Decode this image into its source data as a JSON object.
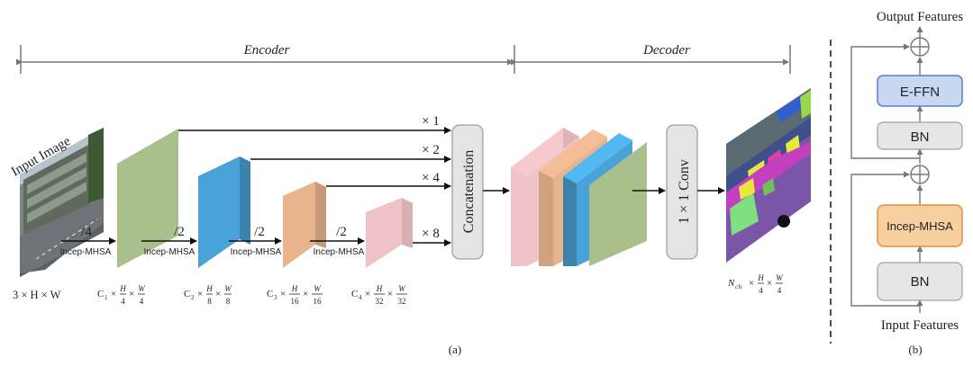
{
  "panel_a": {
    "encoder_label": "Encoder",
    "decoder_label": "Decoder",
    "input_label": "Input Image",
    "input_dim": "3 × H × W",
    "stage_ops": [
      "Incep-MHSA",
      "Incep-MHSA",
      "Incep-MHSA",
      "Incep-MHSA"
    ],
    "downsample": [
      "/4",
      "/2",
      "/2",
      "/2"
    ],
    "scales": [
      "× 1",
      "× 2",
      "× 4",
      "× 8"
    ],
    "feature_dims": [
      {
        "c": "C",
        "sub": "1",
        "hn": "H",
        "hd": "4",
        "wn": "W",
        "wd": "4"
      },
      {
        "c": "C",
        "sub": "2",
        "hn": "H",
        "hd": "8",
        "wn": "W",
        "wd": "8"
      },
      {
        "c": "C",
        "sub": "3",
        "hn": "H",
        "hd": "16",
        "wn": "W",
        "wd": "16"
      },
      {
        "c": "C",
        "sub": "4",
        "hn": "H",
        "hd": "32",
        "wn": "W",
        "wd": "32"
      }
    ],
    "concat_label": "Concatenation",
    "conv_label": "1 × 1 Conv",
    "output_dim": {
      "c": "N",
      "sub": "cls",
      "hn": "H",
      "hd": "4",
      "wn": "W",
      "wd": "4"
    },
    "caption": "(a)"
  },
  "panel_b": {
    "output_label": "Output Features",
    "input_label": "Input Features",
    "effn_label": "E-FFN",
    "bn_top_label": "BN",
    "mhsa_label": "Incep-MHSA",
    "bn_bottom_label": "BN",
    "caption": "(b)"
  },
  "colors": {
    "stage1": "#a9c08c",
    "stage2": "#4aa3d8",
    "stage3": "#e8b48e",
    "stage4": "#efc3c7",
    "effn_fill": "#c9d8f2",
    "effn_border": "#5b7fc7",
    "mhsa_fill": "#f8cf9e",
    "mhsa_border": "#e0913e",
    "bn_fill": "#e6e6e6",
    "box_border": "#a0a0a0"
  }
}
